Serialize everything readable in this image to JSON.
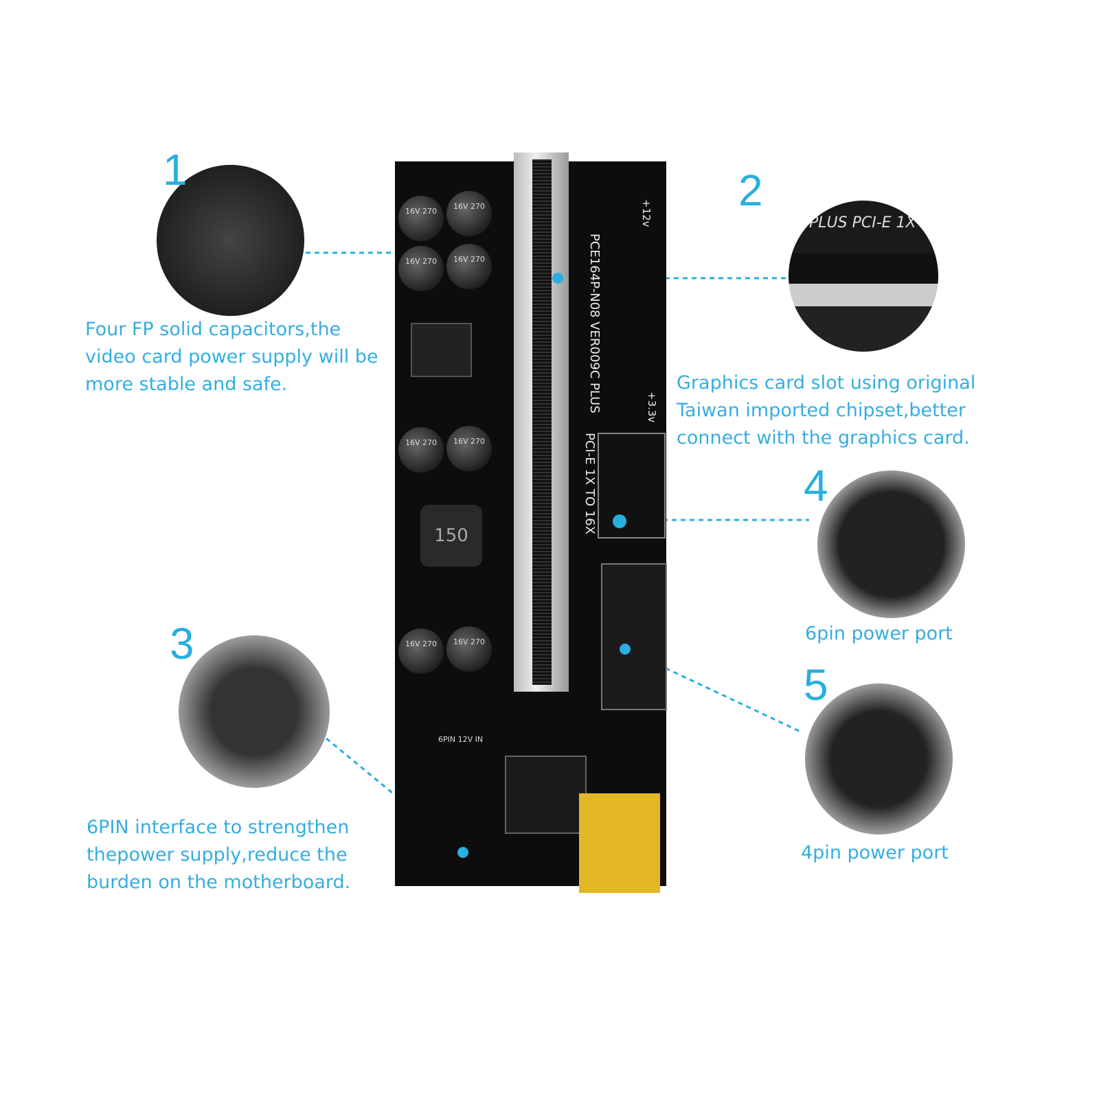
{
  "callouts": [
    {
      "number": "1",
      "lines": [
        "Four FP solid capacitors,the",
        "video card power supply will be",
        "more stable and safe."
      ]
    },
    {
      "number": "2",
      "lines": [
        "Graphics card slot using original",
        "Taiwan imported chipset,better",
        "connect with the graphics card."
      ]
    },
    {
      "number": "3",
      "lines": [
        "6PIN interface to strengthen",
        "thepower supply,reduce the",
        "burden on the motherboard."
      ]
    },
    {
      "number": "4",
      "lines": [
        "6pin power port"
      ]
    },
    {
      "number": "5",
      "lines": [
        "4pin power port"
      ]
    }
  ],
  "board": {
    "model": "PCE164P-N08 VER009C PLUS",
    "connector_label": "PCI-E 1X TO 16X",
    "v12": "+12v",
    "v33": "+3.3v",
    "inductor": "150",
    "cap_label": "16V 270",
    "pin_label": "6PIN 12V IN",
    "zoom2_label": "PLUS  PCI-E 1X"
  },
  "accent_color": "#29aee0"
}
